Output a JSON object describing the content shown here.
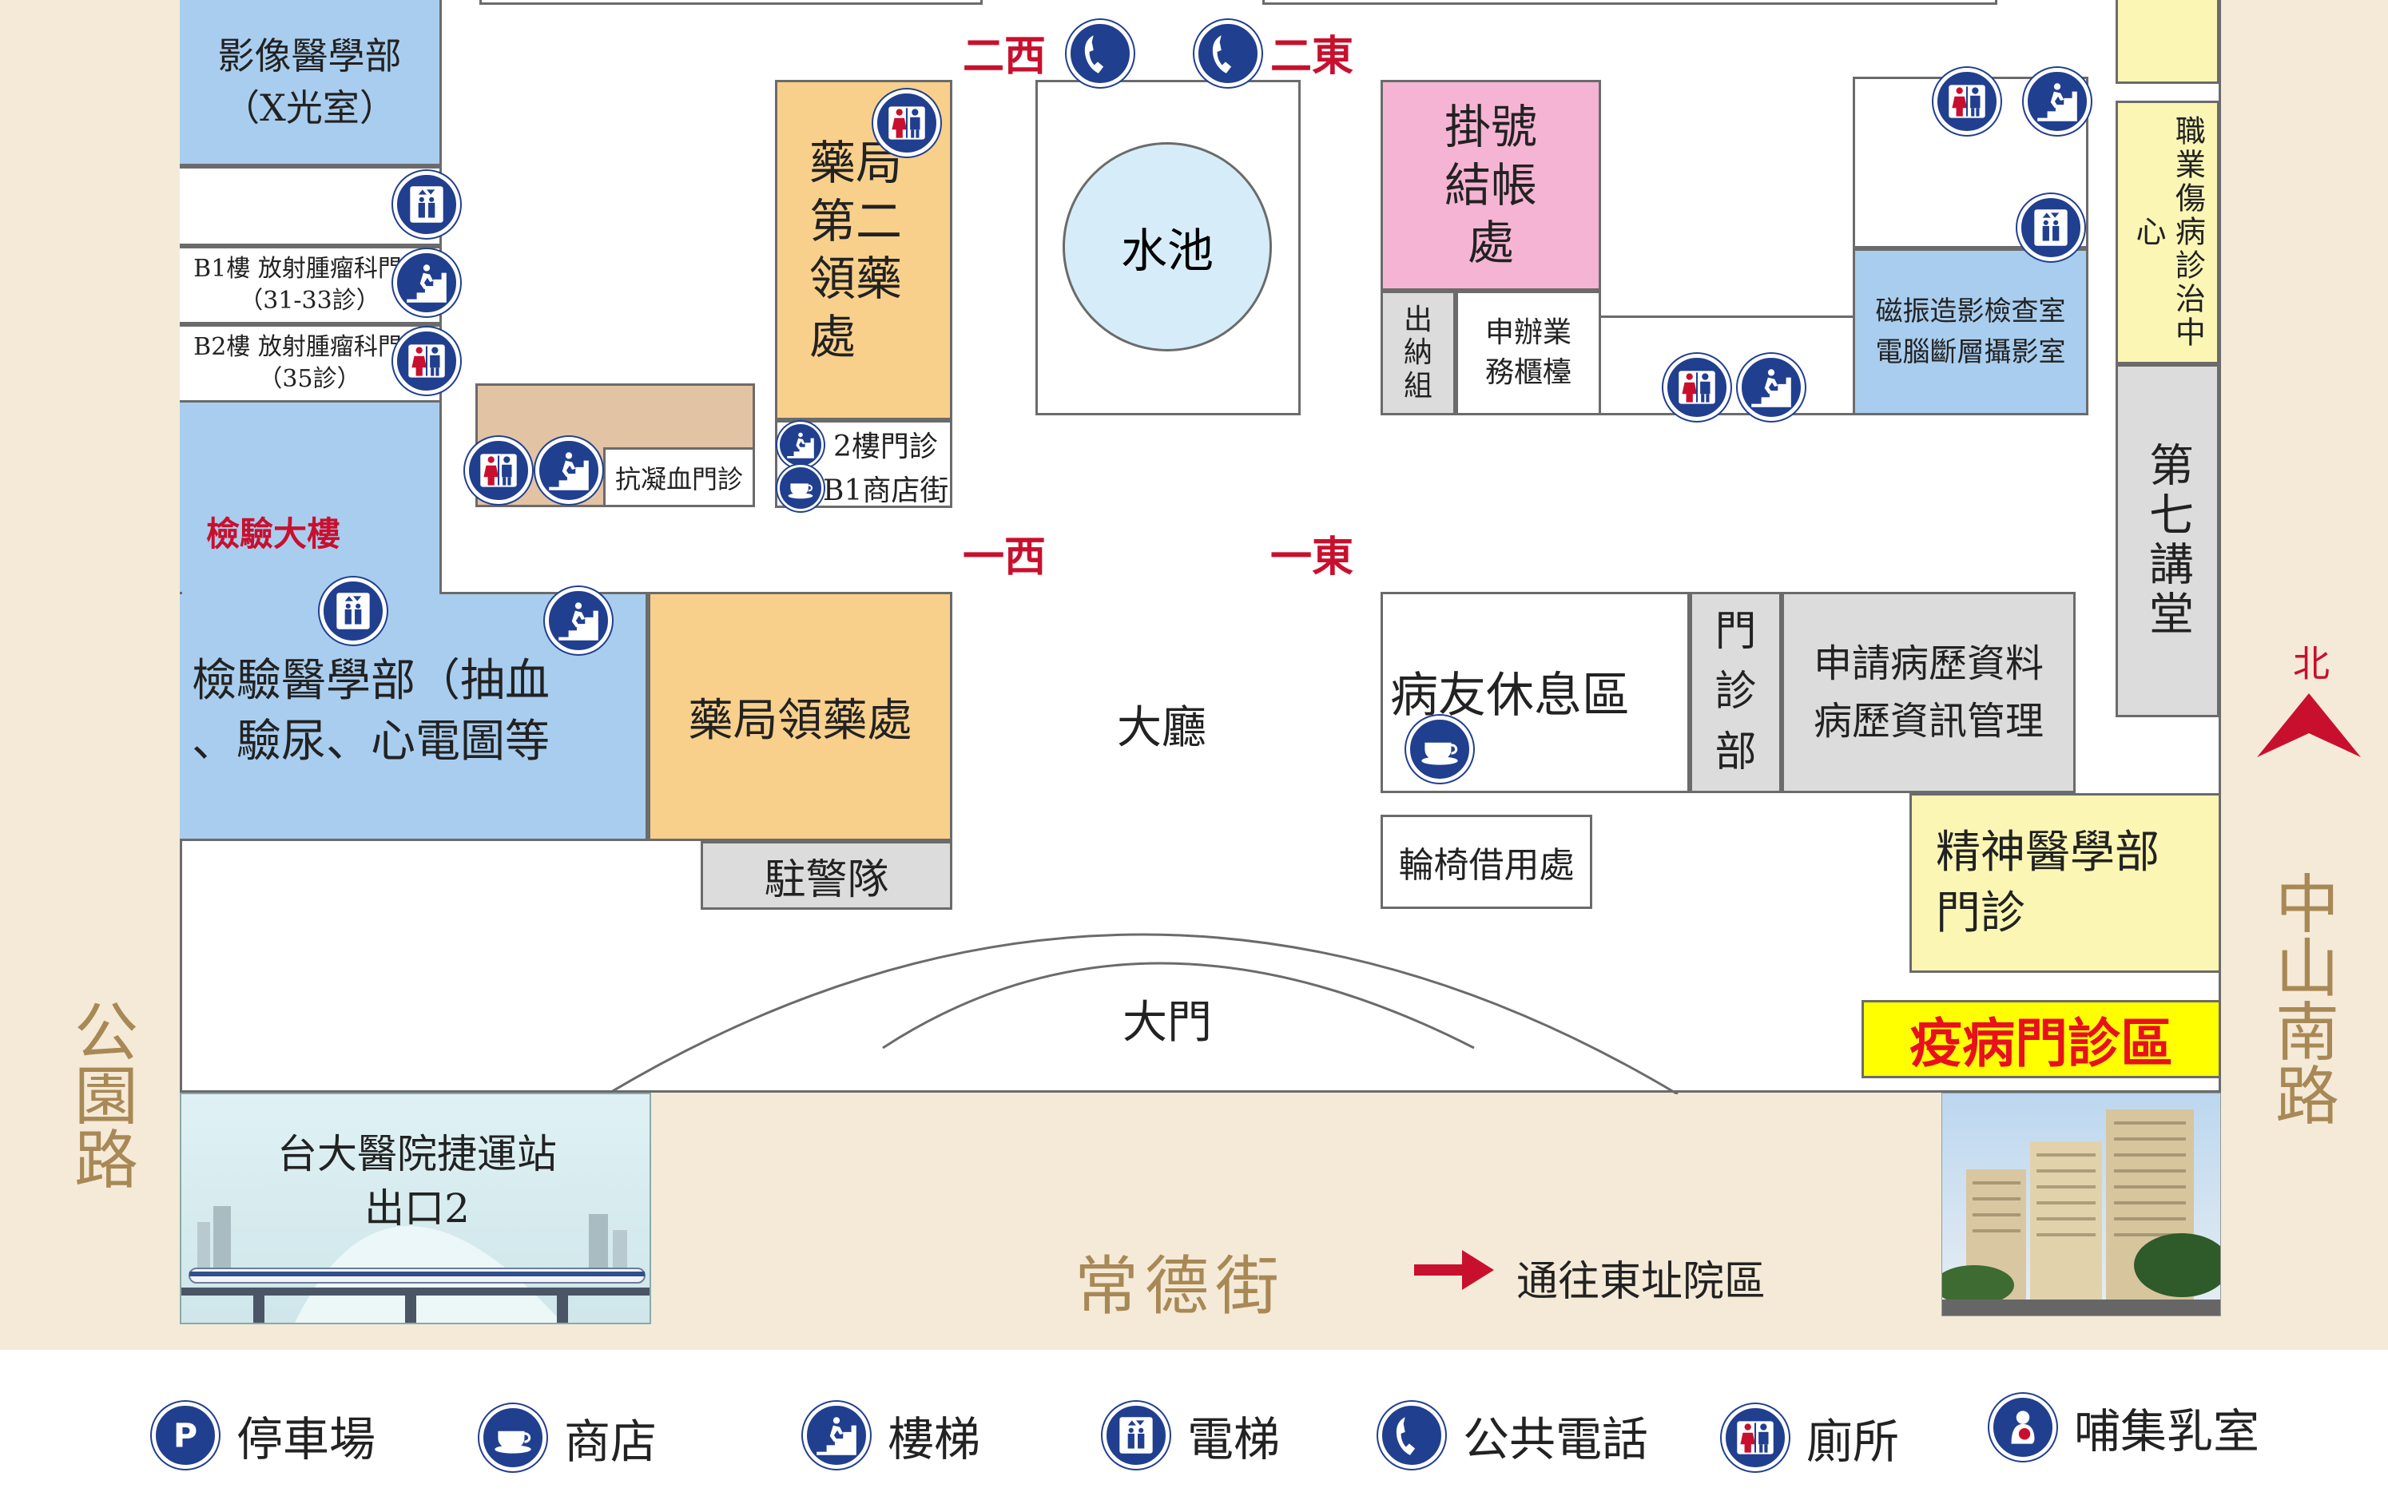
{
  "streets": {
    "left": "公園路",
    "right": "中山南路",
    "bottom": "常德街"
  },
  "north_label": "北",
  "rooms": {
    "imaging": "影像醫學部\n（X光室）",
    "b1_radiation": "B1樓  放射腫瘤科門診\n（31-33診）",
    "b2_radiation": "B2樓  放射腫瘤科門診\n（35診）",
    "pharmacy2": "藥局\n第二\n領藥\n處",
    "stairs_2f": "2樓門診",
    "b1_shop": "B1商店街",
    "anticoag": "抗凝血門診",
    "pond": "水池",
    "registration": "掛號\n結帳\n處",
    "cashier": "出\n納\n組",
    "service_counter": "申辦業\n務櫃檯",
    "mri": "磁振造影檢查室\n電腦斷層攝影室",
    "occupational": "職業傷病診治中心",
    "lecture7": "第七講堂",
    "lab_building": "檢驗大樓",
    "lab_medicine": "檢驗醫學部（抽血\n、驗尿、心電圖等",
    "pharmacy": "藥局領藥處",
    "police": "駐警隊",
    "lobby": "大廳",
    "patient_lounge": "病友休息區",
    "outpatient": "門\n診\n部",
    "records": "申請病歷資料\n病歷資訊管理",
    "wheelchair": "輪椅借用處",
    "psychiatry": "精神醫學部\n門診",
    "epidemic": "疫病門診區",
    "main_gate": "大門",
    "mrt": "台大醫院捷運站\n出口2",
    "east_link": "通往東址院區"
  },
  "corridors": {
    "two_west": "二西",
    "two_east": "二東",
    "one_west": "一西",
    "one_east": "一東"
  },
  "legend": [
    {
      "icon": "parking-icon",
      "label": "停車場"
    },
    {
      "icon": "cup-icon",
      "label": "商店"
    },
    {
      "icon": "stairs-icon",
      "label": "樓梯"
    },
    {
      "icon": "elevator-icon",
      "label": "電梯"
    },
    {
      "icon": "phone-icon",
      "label": "公共電話"
    },
    {
      "icon": "restroom-icon",
      "label": "廁所"
    },
    {
      "icon": "nursing-icon",
      "label": "哺集乳室"
    }
  ],
  "colors": {
    "icon_blue": "#213f8f",
    "street_beige": "#f5ead8",
    "street_text": "#a88955",
    "corridor_red": "#c8102e",
    "epidemic_yellow": "#ffff00"
  }
}
